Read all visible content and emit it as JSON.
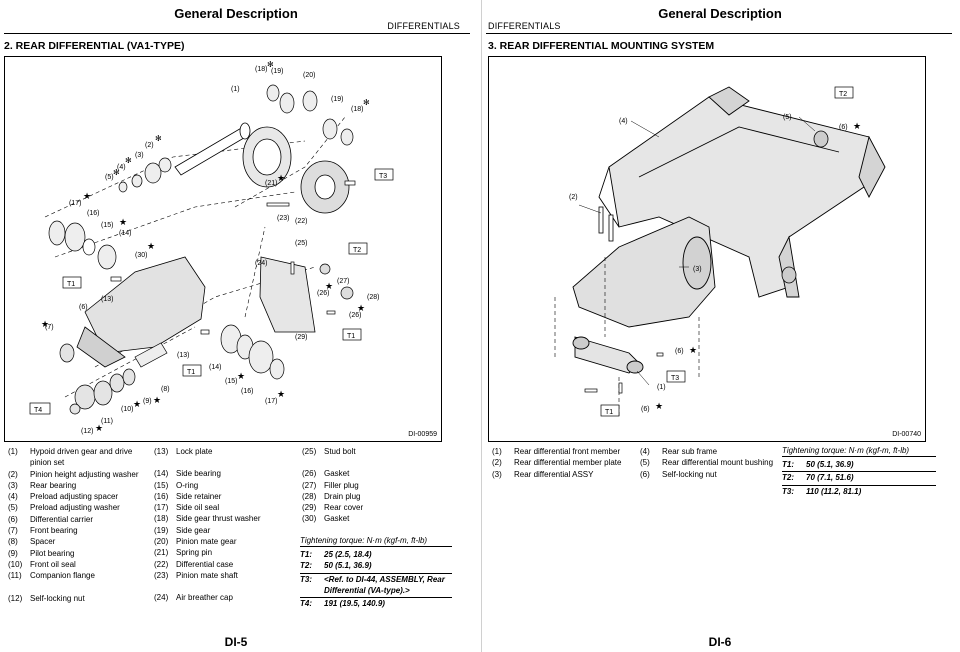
{
  "left": {
    "title": "General Description",
    "header": "DIFFERENTIALS",
    "section": "2.  REAR DIFFERENTIAL (VA1-TYPE)",
    "figure_code": "DI-00959",
    "page_number": "DI-5",
    "callouts": {
      "c1": "(1)",
      "c2": "(2)",
      "c3": "(3)",
      "c4": "(4)",
      "c5": "(5)",
      "c6": "(6)",
      "c7": "(7)",
      "c8": "(8)",
      "c9": "(9)",
      "c10": "(10)",
      "c11": "(11)",
      "c12": "(12)",
      "c13": "(13)",
      "c13b": "(13)",
      "c14": "(14)",
      "c14b": "(14)",
      "c15": "(15)",
      "c15b": "(15)",
      "c16": "(16)",
      "c16b": "(16)",
      "c17": "(17)",
      "c17b": "(17)",
      "c18": "(18)",
      "c18b": "(18)",
      "c19": "(19)",
      "c19b": "(19)",
      "c20": "(20)",
      "c21": "(21)",
      "c22": "(22)",
      "c23": "(23)",
      "c24": "(24)",
      "c25": "(25)",
      "c26": "(26)",
      "c26b": "(26)",
      "c27": "(27)",
      "c28": "(28)",
      "c29": "(29)",
      "c30": "(30)",
      "t1a": "T1",
      "t1b": "T1",
      "t1c": "T1",
      "t2": "T2",
      "t3": "T3",
      "t4": "T4"
    },
    "legend_col1": [
      {
        "num": "(1)",
        "text": "Hypoid driven gear and drive pinion set"
      },
      {
        "num": "(2)",
        "text": "Pinion height adjusting washer"
      },
      {
        "num": "(3)",
        "text": "Rear bearing"
      },
      {
        "num": "(4)",
        "text": "Preload adjusting spacer"
      },
      {
        "num": "(5)",
        "text": "Preload adjusting washer"
      },
      {
        "num": "(6)",
        "text": "Differential carrier"
      },
      {
        "num": "(7)",
        "text": "Front bearing"
      },
      {
        "num": "(8)",
        "text": "Spacer"
      },
      {
        "num": "(9)",
        "text": "Pilot bearing"
      },
      {
        "num": "(10)",
        "text": "Front oil seal"
      },
      {
        "num": "(11)",
        "text": "Companion flange"
      },
      {
        "num": "(12)",
        "text": "Self-locking nut"
      }
    ],
    "legend_col2": [
      {
        "num": "(13)",
        "text": "Lock plate"
      },
      {
        "num": "(14)",
        "text": "Side bearing"
      },
      {
        "num": "(15)",
        "text": "O-ring"
      },
      {
        "num": "(16)",
        "text": "Side retainer"
      },
      {
        "num": "(17)",
        "text": "Side oil seal"
      },
      {
        "num": "(18)",
        "text": "Side gear thrust washer"
      },
      {
        "num": "(19)",
        "text": "Side gear"
      },
      {
        "num": "(20)",
        "text": "Pinion mate gear"
      },
      {
        "num": "(21)",
        "text": "Spring pin"
      },
      {
        "num": "(22)",
        "text": "Differential case"
      },
      {
        "num": "(23)",
        "text": "Pinion mate shaft"
      },
      {
        "num": "(24)",
        "text": "Air breather cap"
      }
    ],
    "legend_col3": [
      {
        "num": "(25)",
        "text": "Stud bolt"
      },
      {
        "num": "(26)",
        "text": "Gasket"
      },
      {
        "num": "(27)",
        "text": "Filler plug"
      },
      {
        "num": "(28)",
        "text": "Drain plug"
      },
      {
        "num": "(29)",
        "text": "Rear cover"
      },
      {
        "num": "(30)",
        "text": "Gasket"
      }
    ],
    "torque": {
      "heading": "Tightening torque: N·m (kgf-m, ft-lb)",
      "rows": [
        {
          "key": "T1:",
          "value": "25 (2.5, 18.4)"
        },
        {
          "key": "T2:",
          "value": "50 (5.1, 36.9)"
        },
        {
          "key": "T3:",
          "value": "<Ref. to DI-44, ASSEMBLY, Rear Differential (VA-type).>"
        },
        {
          "key": "T4:",
          "value": "191 (19.5, 140.9)"
        }
      ]
    }
  },
  "right": {
    "title": "General Description",
    "header": "DIFFERENTIALS",
    "section": "3.  REAR DIFFERENTIAL MOUNTING SYSTEM",
    "figure_code": "DI-00740",
    "page_number": "DI-6",
    "callouts": {
      "c1": "(1)",
      "c2": "(2)",
      "c3": "(3)",
      "c4": "(4)",
      "c5": "(5)",
      "c6a": "(6)",
      "c6b": "(6)",
      "c6c": "(6)",
      "t1": "T1",
      "t2": "T2",
      "t3": "T3"
    },
    "legend_col1": [
      {
        "num": "(1)",
        "text": "Rear differential front member"
      },
      {
        "num": "(2)",
        "text": "Rear differential member plate"
      },
      {
        "num": "(3)",
        "text": "Rear differential ASSY"
      }
    ],
    "legend_col2": [
      {
        "num": "(4)",
        "text": "Rear sub frame"
      },
      {
        "num": "(5)",
        "text": "Rear differential mount bushing"
      },
      {
        "num": "(6)",
        "text": "Self-locking nut"
      }
    ],
    "torque": {
      "heading": "Tightening torque: N·m (kgf-m, ft-lb)",
      "rows": [
        {
          "key": "T1:",
          "value": "50 (5.1, 36.9)"
        },
        {
          "key": "T2:",
          "value": "70 (7.1, 51.6)"
        },
        {
          "key": "T3:",
          "value": "110 (11.2, 81.1)"
        }
      ]
    }
  }
}
